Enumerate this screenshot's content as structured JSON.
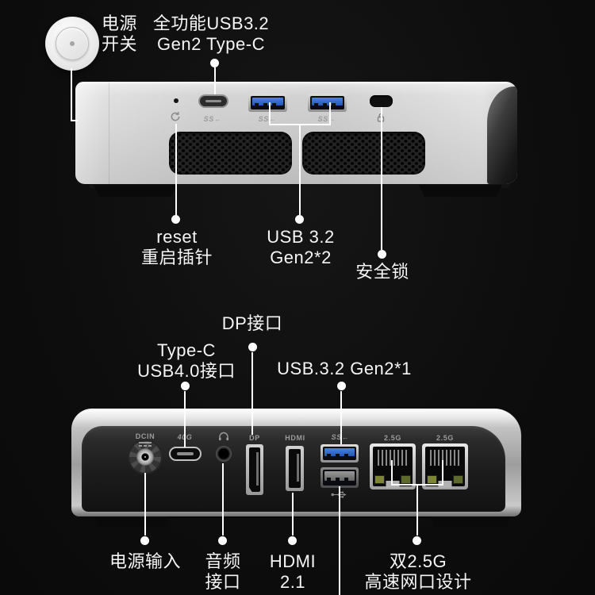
{
  "front_view": {
    "power_switch": {
      "line1": "电源",
      "line2": "开关"
    },
    "typec_full": {
      "line1": "全功能USB3.2",
      "line2": "Gen2 Type-C"
    },
    "reset": {
      "line1": "reset",
      "line2": "重启插针"
    },
    "usb32": {
      "line1": "USB 3.2",
      "line2": "Gen2*2"
    },
    "lock": {
      "label": "安全锁"
    },
    "marks": {
      "ss1": "SS←",
      "ss2": "SS←",
      "ss3": "SS←"
    }
  },
  "rear_view": {
    "dp": {
      "label": "DP接口"
    },
    "typec4": {
      "line1": "Type-C",
      "line2": "USB4.0接口"
    },
    "usb32": {
      "label": "USB.3.2 Gen2*1"
    },
    "power_in": {
      "label": "电源输入"
    },
    "audio": {
      "line1": "音频",
      "line2": "接口"
    },
    "hdmi": {
      "line1": "HDMI",
      "line2": "2.1"
    },
    "lan": {
      "line1": "双2.5G",
      "line2": "高速网口设计"
    },
    "marks": {
      "dcin": "DCIN",
      "usb4": "40G",
      "dp": "DP",
      "hdmi": "HDMI",
      "ss": "SS←",
      "lan1": "2.5G",
      "lan2": "2.5G"
    }
  },
  "colors": {
    "background": "#0d0d0d",
    "annotation_text": "#f5f5f5",
    "leader_line": "#ffffff",
    "device_silver": "#d5d5d5",
    "rear_face_black": "#1c1c1c",
    "usb_blue": "#2b66cc",
    "port_mark_gray": "#9b9b9b",
    "led_green": "#7d8435"
  }
}
